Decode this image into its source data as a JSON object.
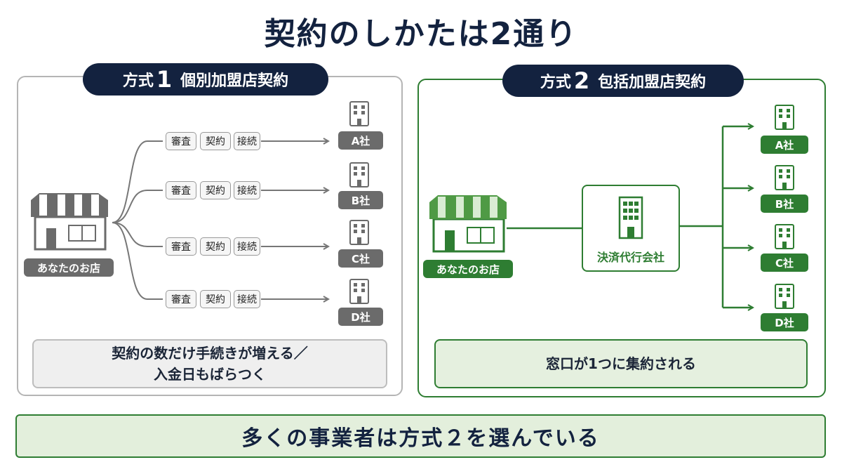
{
  "title": "契約のしかたは2通り",
  "method1": {
    "label": "方式",
    "number": "1",
    "name": "個別加盟店契約",
    "shop_label": "あなたのお店",
    "steps": [
      "審査",
      "契約",
      "接続"
    ],
    "companies": [
      "A社",
      "B社",
      "C社",
      "D社"
    ],
    "note_line1": "契約の数だけ手続きが増える／",
    "note_line2": "入金日もばらつく"
  },
  "method2": {
    "label": "方式",
    "number": "2",
    "name": "包括加盟店契約",
    "shop_label": "あなたのお店",
    "agent_label": "決済代行会社",
    "companies": [
      "A社",
      "B社",
      "C社",
      "D社"
    ],
    "note": "窓口が1つに集約される"
  },
  "conclusion": "多くの事業者は方式２を選んでいる",
  "colors": {
    "navy": "#13223f",
    "green": "#2e7d32",
    "gray": "#6b6b6b"
  },
  "icons": [
    "store-icon",
    "building-icon",
    "arrow-icon"
  ]
}
